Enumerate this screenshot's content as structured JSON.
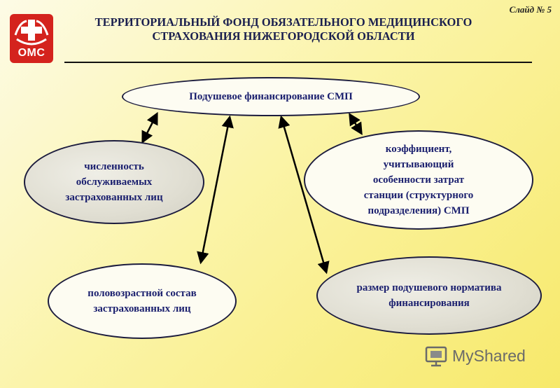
{
  "slide_number": "Слайд № 5",
  "logo": {
    "text": "ОМС"
  },
  "title": {
    "line1": "ТЕРРИТОРИАЛЬНЫЙ ФОНД ОБЯЗАТЕЛЬНОГО МЕДИЦИНСКОГО",
    "line2": "СТРАХОВАНИЯ НИЖЕГОРОДСКОЙ ОБЛАСТИ"
  },
  "diagram": {
    "center": "Подушевое финансирование СМП",
    "left_top": [
      "численность",
      "обслуживаемых",
      "застрахованных лиц"
    ],
    "right_top": [
      "коэффициент,",
      "учитывающий",
      "особенности затрат",
      "станции (структурного",
      "подразделения) СМП"
    ],
    "left_bottom": [
      "половозрастной состав",
      "застрахованных лиц"
    ],
    "right_bottom": [
      "размер подушевого норматива",
      "финансирования"
    ]
  },
  "watermark": {
    "text": "MyShared"
  }
}
